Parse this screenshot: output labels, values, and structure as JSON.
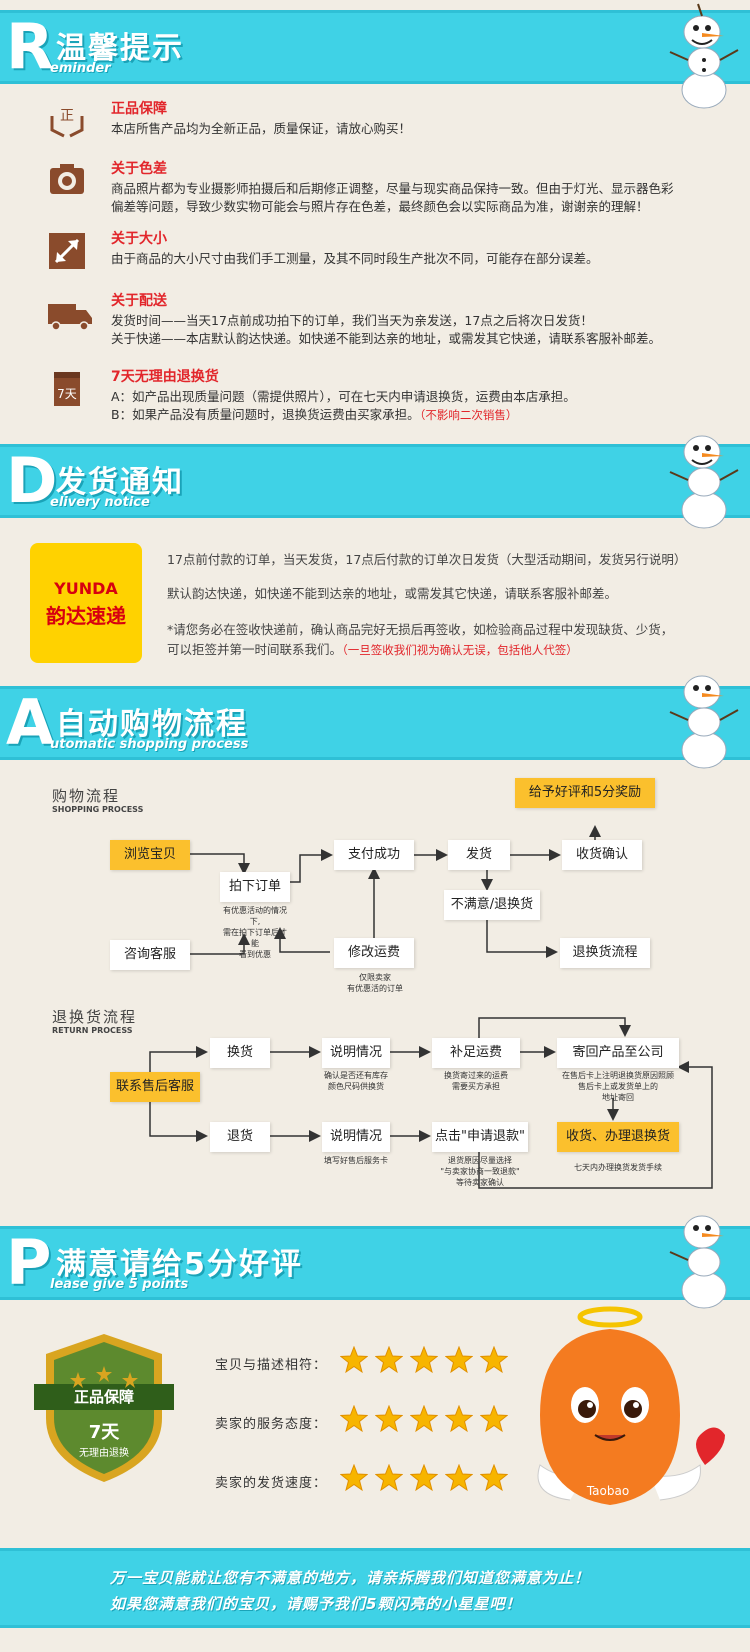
{
  "reminder": {
    "letter": "R",
    "title_cn": "温馨提示",
    "title_en": "eminder",
    "items": [
      {
        "icon": "zheng-hands-icon",
        "title": "正品保障",
        "lines": [
          "本店所售产品均为全新正品，质量保证，请放心购买！"
        ],
        "icon_text": "正"
      },
      {
        "icon": "camera-icon",
        "title": "关于色差",
        "lines": [
          "商品照片都为专业摄影师拍摄后和后期修正调整，尽量与现实商品保持一致。但由于灯光、显示器色彩",
          "偏差等问题，导致少数实物可能会与照片存在色差，最终颜色会以实际商品为准，谢谢亲的理解！"
        ]
      },
      {
        "icon": "resize-arrow-icon",
        "title": "关于大小",
        "lines": [
          "由于商品的大小尺寸由我们手工测量，及其不同时段生产批次不同，可能存在部分误差。"
        ]
      },
      {
        "icon": "truck-icon",
        "title": "关于配送",
        "lines": [
          "发货时间——当天17点前成功拍下的订单，我们当天为亲发送，17点之后将次日发货！",
          "关于快递——本店默认韵达快递。如快递不能到达亲的地址，或需发其它快递，请联系客服补邮差。"
        ]
      },
      {
        "icon": "seven-day-icon",
        "title": "7天无理由退换货",
        "lines": [
          "A：如产品出现质量问题（需提供照片），可在七天内申请退换货，运费由本店承担。",
          "B：如果产品没有质量问题时，退换货运费由买家承担。"
        ],
        "note": "（不影响二次销售）",
        "icon_text": "7天"
      }
    ]
  },
  "delivery": {
    "letter": "D",
    "title_cn": "发货通知",
    "title_en": "elivery notice",
    "logo_en": "YUNDA",
    "logo_cn": "韵达速递",
    "lines": [
      "17点前付款的订单，当天发货，17点后付款的订单次日发货（大型活动期间，发货另行说明）",
      "默认韵达快递，如快递不能到达亲的地址，或需发其它快递，请联系客服补邮差。",
      "*请您务必在签收快递前，确认商品完好无损后再签收，如检验商品过程中发现缺货、少货，",
      "可以拒签并第一时间联系我们。"
    ],
    "note": "（一旦签收我们视为确认无误，包括他人代签）"
  },
  "process": {
    "letter": "A",
    "title_cn": "自动购物流程",
    "title_en": "utomatic shopping process",
    "shopping": {
      "title_cn": "购物流程",
      "title_en": "SHOPPING PROCESS",
      "browse": "浏览宝贝",
      "consult": "咨询客服",
      "order": "拍下订单",
      "order_note": [
        "有优惠活动的情况下,",
        "需在拍下订单后才能",
        "看到优惠"
      ],
      "pay": "支付成功",
      "modify": "修改运费",
      "modify_note": [
        "仅限卖家",
        "有优惠活的订单"
      ],
      "ship": "发货",
      "confirm": "收货确认",
      "praise": "给予好评和5分奖励",
      "unsatisfied": "不满意/退换货",
      "return_flow": "退换货流程"
    },
    "returns": {
      "title_cn": "退换货流程",
      "title_en": "RETURN PROCESS",
      "contact": "联系售后客服",
      "exchange": "换货",
      "refund": "退货",
      "explain1": "说明情况",
      "explain1_note": [
        "确认是否还有库存",
        "颜色尺码供换货"
      ],
      "explain2": "说明情况",
      "explain2_note": [
        "填写好售后服务卡"
      ],
      "shipping_fee": "补足运费",
      "shipping_fee_note": [
        "换货寄过来的运费",
        "需要买方承担"
      ],
      "apply": "点击\"申请退款\"",
      "apply_note": [
        "退货原因尽量选择",
        "\"与卖家协商一致退款\"",
        "等待卖家确认"
      ],
      "send_back": "寄回产品至公司",
      "send_back_note": [
        "在售后卡上注明退换货原因照顾",
        "售后卡上或发货单上的",
        "地址寄回"
      ],
      "handle": "收货、办理退换货",
      "handle_note": [
        "七天内办理换货发货手续"
      ]
    }
  },
  "rating": {
    "letter": "P",
    "title_cn": "满意请给5分好评",
    "title_en": "lease give 5 points",
    "badge_top": "正品保障",
    "badge_days": "7天",
    "badge_sub": "无理由退换",
    "rows": [
      {
        "label": "宝贝与描述相符：",
        "stars": 5
      },
      {
        "label": "卖家的服务态度：",
        "stars": 5
      },
      {
        "label": "卖家的发货速度：",
        "stars": 5
      }
    ],
    "mascot_text": "Taobao",
    "colors": {
      "star": "#f7b500",
      "badge_green": "#5d8a2e",
      "badge_gold": "#d9a520"
    }
  },
  "footer": {
    "lines": [
      "万一宝贝能就让您有不满意的地方，请亲拆腾我们知道您满意为止！",
      "如果您满意我们的宝贝，请赐予我们5颗闪亮的小星星吧！"
    ]
  }
}
